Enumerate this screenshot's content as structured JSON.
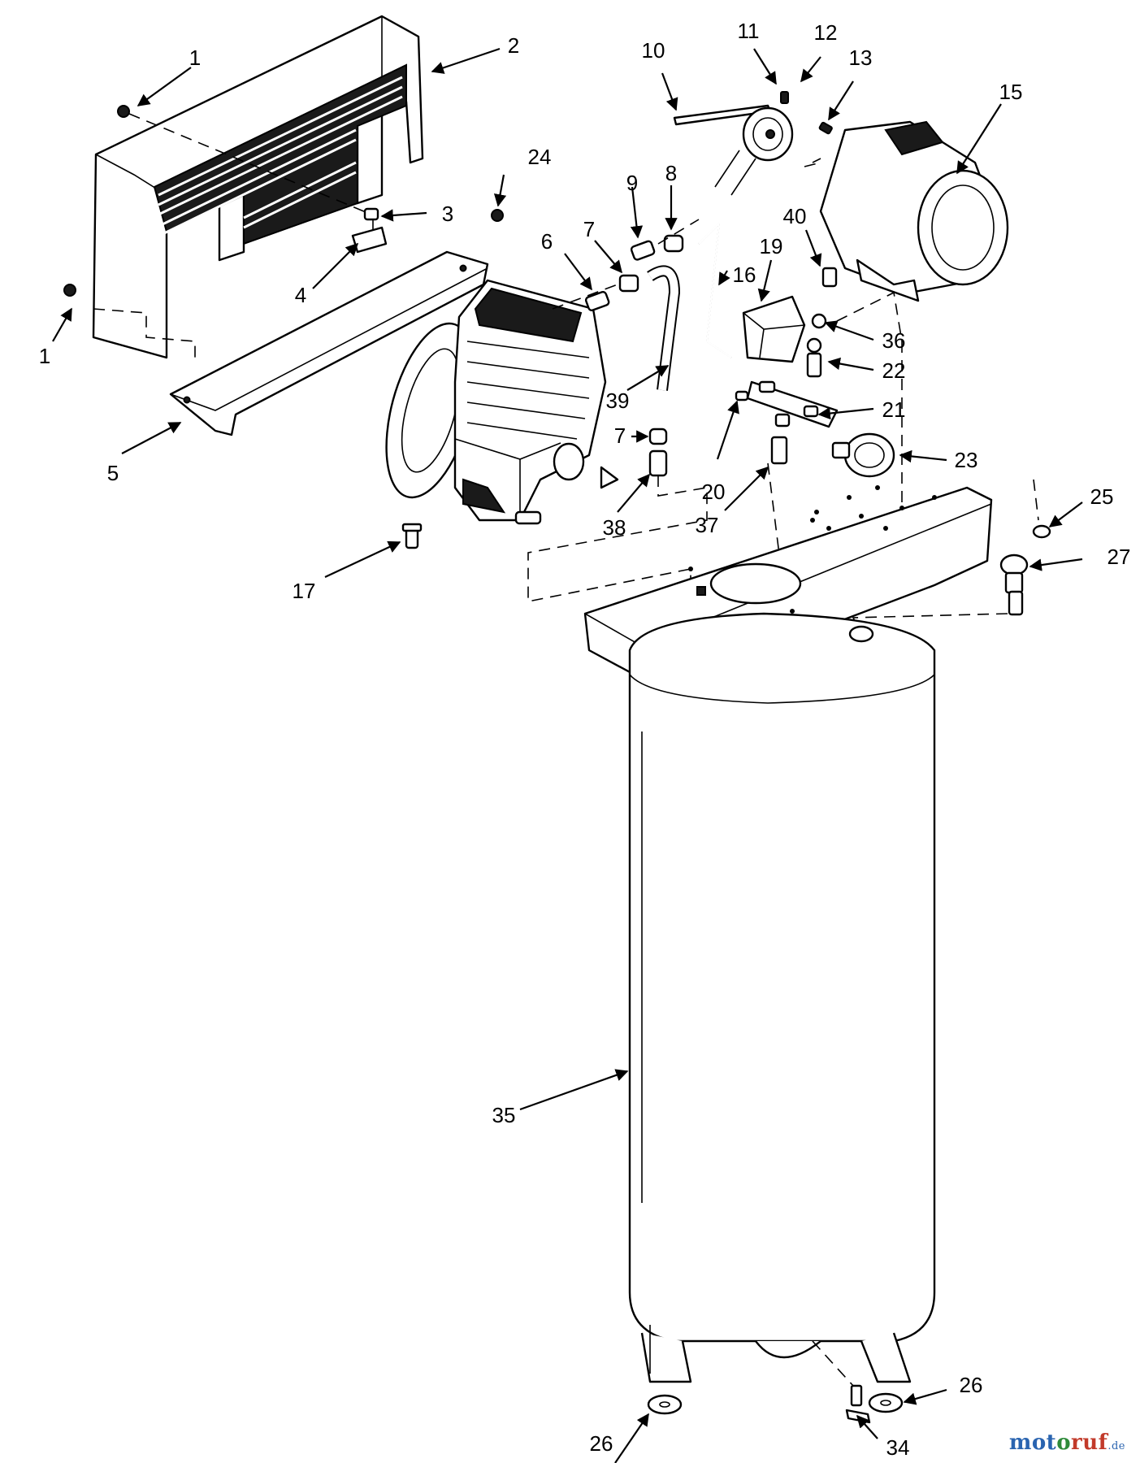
{
  "diagram": {
    "callouts": [
      "1",
      "2",
      "3",
      "4",
      "1",
      "24",
      "5",
      "6",
      "7",
      "9",
      "8",
      "10",
      "11",
      "12",
      "13",
      "15",
      "16",
      "19",
      "40",
      "36",
      "22",
      "21",
      "20",
      "23",
      "39",
      "7",
      "38",
      "37",
      "17",
      "25",
      "27",
      "35",
      "26",
      "26",
      "34"
    ]
  },
  "brand": {
    "part1": "mot",
    "part2": "o",
    "part3": "ruf",
    "suffix": ".de"
  }
}
